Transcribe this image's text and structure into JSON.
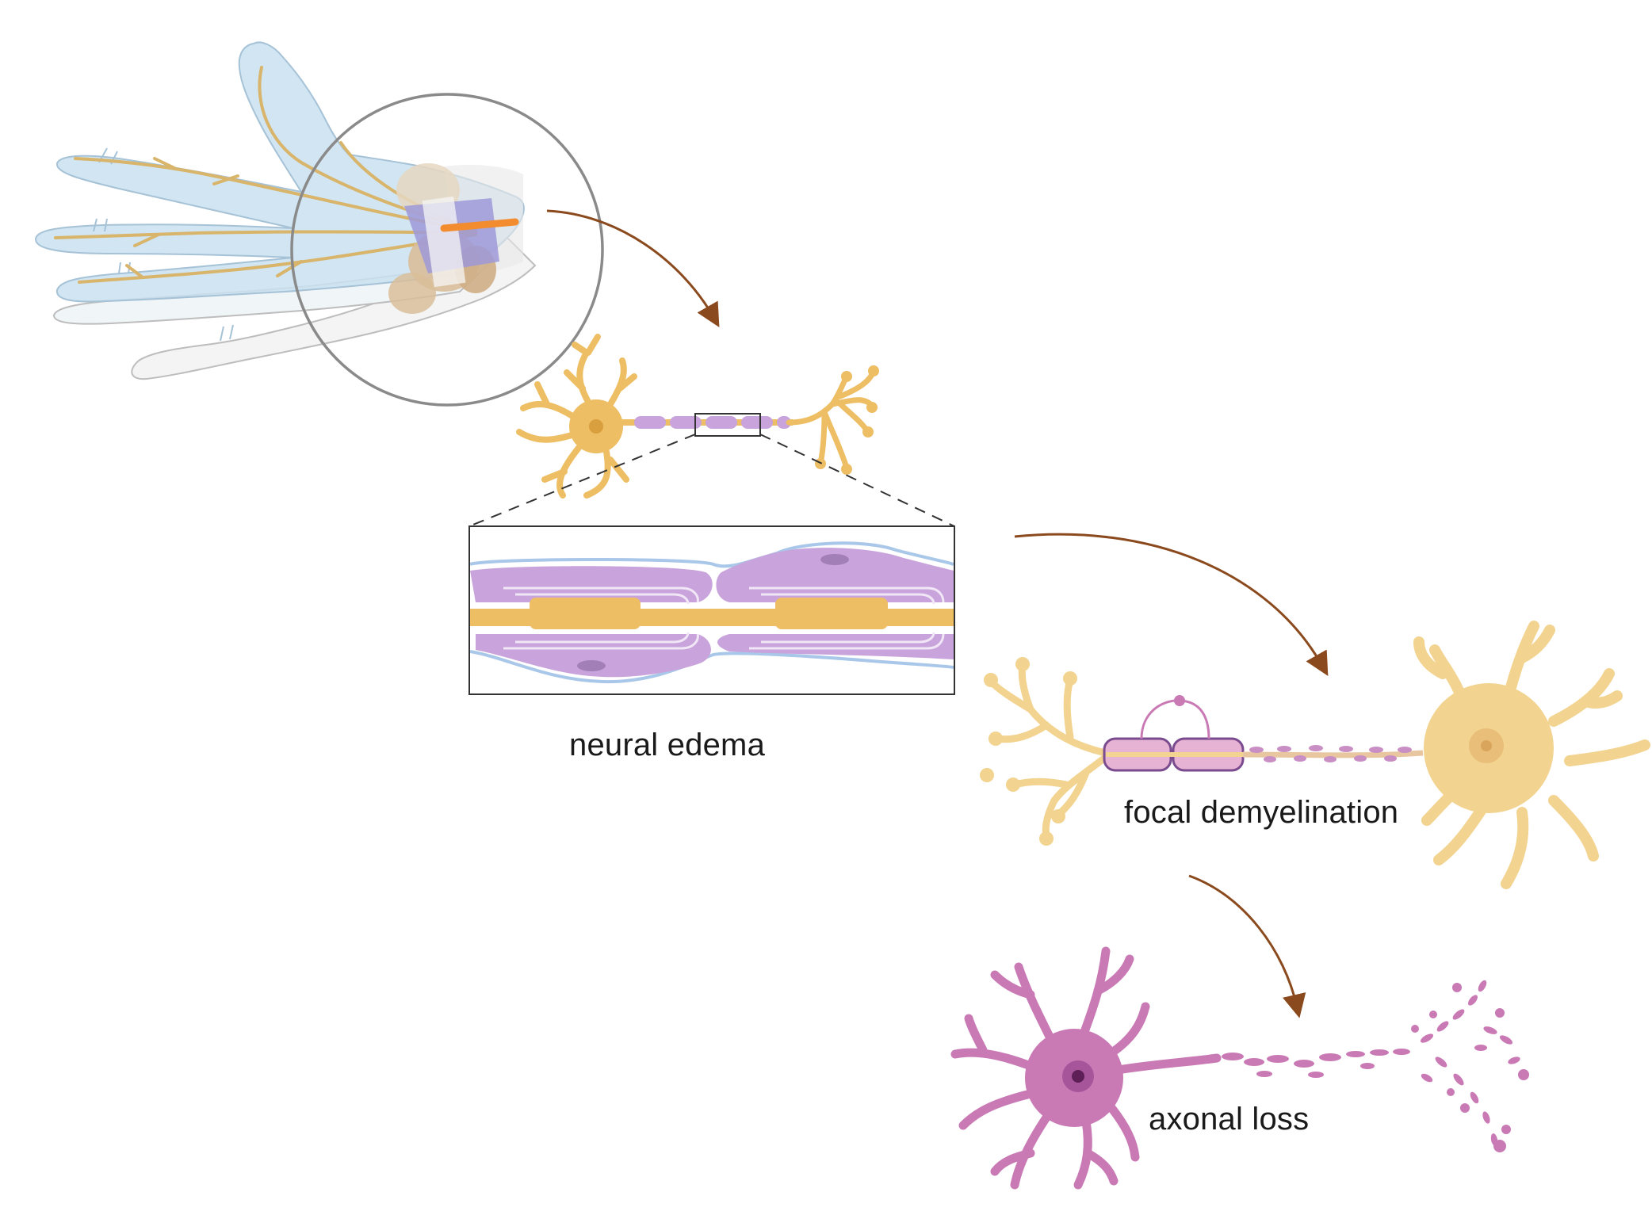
{
  "labels": {
    "neural_edema": "neural edema",
    "focal_demyelination": "focal demyelination",
    "axonal_loss": "axonal loss"
  },
  "colors": {
    "healthy_neuron": "#EDBE64",
    "healthy_neuron_dark": "#D99E3E",
    "demyelinated_neuron": "#F2D38F",
    "lost_neuron": "#C97AB5",
    "lost_neuron_nucleus": "#8E3F82",
    "myelin_purple": "#C9A3DB",
    "myelin_light": "#E2CDEA",
    "membrane_blue": "#A9C7E8",
    "hand_skin": "#C9E1F0",
    "nerve": "#D8B56A",
    "arrow": "#8B4A1E",
    "lens_ring": "#8A8A8A"
  }
}
